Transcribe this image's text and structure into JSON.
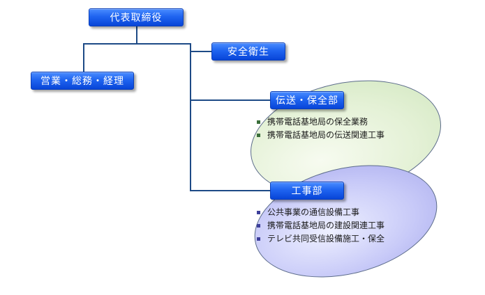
{
  "chart": {
    "root": "代表取締役",
    "safety": "安全衛生",
    "sales": "営業・総務・経理",
    "dept_transmission": {
      "title": "伝送・保全部",
      "items": [
        "携帯電話基地局の保全業務",
        "携帯電話基地局の伝送関連工事"
      ]
    },
    "dept_construction": {
      "title": "工事部",
      "items": [
        "公共事業の通信設備工事",
        "携帯電話基地局の建設関連工事",
        "テレビ共同受信設備施工・保全"
      ]
    }
  },
  "colors": {
    "node_blue": "#1f64f0",
    "connector": "#1d4a86",
    "green_bullet": "#3a6e3a",
    "blue_bullet": "#3d3f9a"
  }
}
